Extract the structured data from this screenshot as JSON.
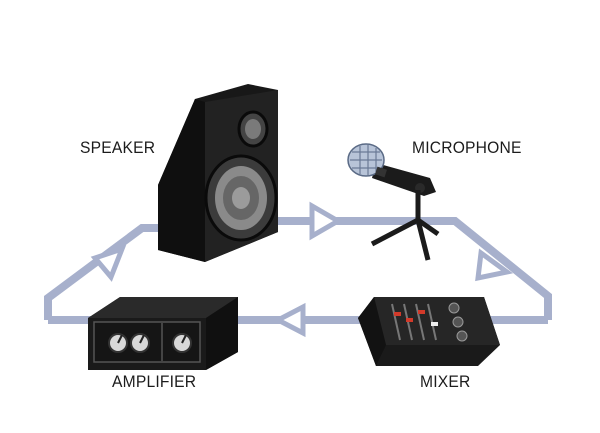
{
  "labels": {
    "speaker": "SPEAKER",
    "microphone": "MICROPHONE",
    "amplifier": "AMPLIFIER",
    "mixer": "MIXER"
  },
  "colors": {
    "flow_line": "#a7b0cc",
    "device_body": "#1a1a1a",
    "device_edge": "#2e2e2e",
    "cone": "#8a8a8a",
    "mic_mesh": "#b8c4d8",
    "mixer_fader_accent": "#d23a2a"
  },
  "icons": [
    "speaker-icon",
    "microphone-icon",
    "amplifier-icon",
    "mixer-icon",
    "flow-arrow-icon"
  ]
}
